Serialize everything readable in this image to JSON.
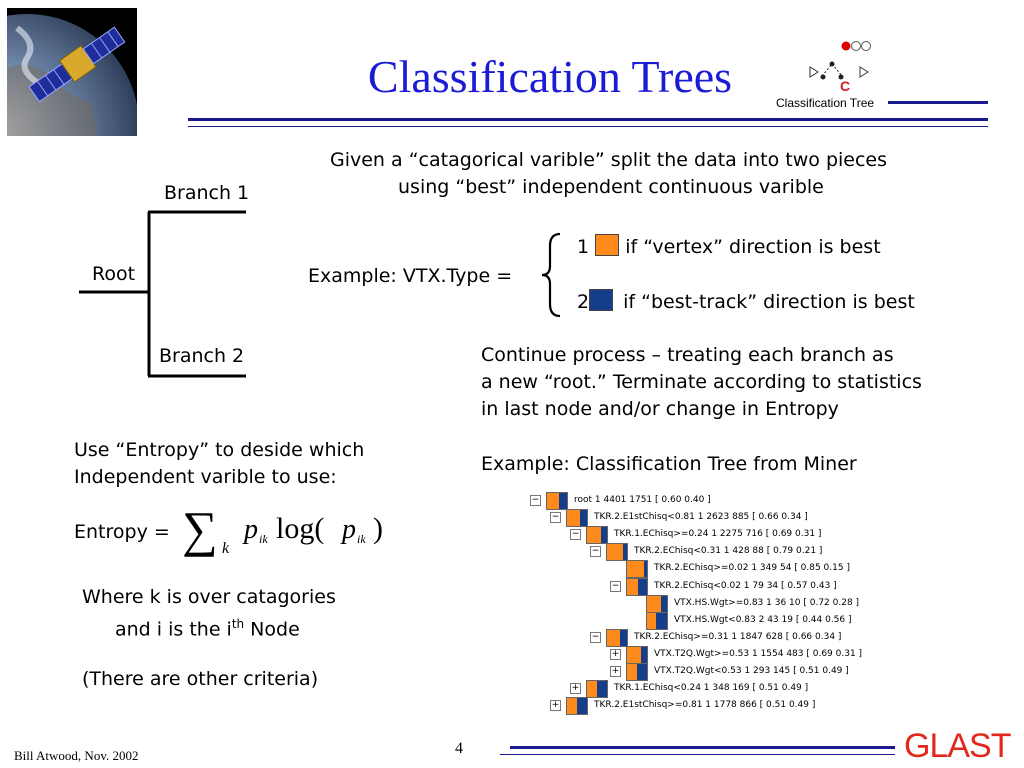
{
  "slide": {
    "title": "Classification Trees",
    "logo_caption": "Classification Tree",
    "logo_letter": "C",
    "diagram": {
      "branch1": "Branch 1",
      "branch2": "Branch 2",
      "root": "Root"
    },
    "intro_line1": "Given a “catagorical varible” split the data into two pieces",
    "intro_line2": "using “best” independent continuous varible",
    "example_label": "Example: VTX.Type =",
    "option1_num": "1",
    "option1_text": "if “vertex” direction is best",
    "option2_num": "2",
    "option2_text": "if “best-track” direction is best",
    "continue_line1": "Continue process – treating each branch as",
    "continue_line2": "a new “root.”  Terminate according to statistics",
    "continue_line3": "in last node and/or change in Entropy",
    "example_miner": "Example:  Classification Tree from Miner",
    "entropy_line1": "Use “Entropy” to deside which",
    "entropy_line2": "Independent varible to use:",
    "entropy_label": "Entropy =",
    "formula": {
      "sum": "∑",
      "sub_k": "k",
      "p": "p",
      "sub_ik": "ik",
      "log": "log(",
      "close": ")"
    },
    "where_line1": "Where k is over catagories",
    "where_line2_pre": "and i is the i",
    "where_line2_sup": "th",
    "where_line2_post": " Node",
    "other": "(There are other criteria)",
    "page_number": "4",
    "author": "Bill Atwood,  Nov. 2002",
    "brand": "GLAST"
  },
  "colors": {
    "title": "#1b1bd6",
    "orange": "#ff8a1c",
    "blue": "#163d8a",
    "brand": "#e2281c"
  },
  "tree_rows": [
    {
      "text": "root   1    4401   1751   [ 0.60  0.40  ]",
      "level": 0,
      "toggle": "−",
      "blue_frac": 0.4
    },
    {
      "text": "TKR.2.E1stChisq<0.81   1    2623   885    [ 0.66  0.34  ]",
      "level": 1,
      "toggle": "−",
      "blue_frac": 0.34
    },
    {
      "text": "TKR.1.EChisq>=0.24   1    2275   716   [ 0.69  0.31  ]",
      "level": 2,
      "toggle": "−",
      "blue_frac": 0.31
    },
    {
      "text": "TKR.2.EChisq<0.31   1    428   88   [ 0.79  0.21  ]",
      "level": 3,
      "toggle": "−",
      "blue_frac": 0.21
    },
    {
      "text": "TKR.2.EChisq>=0.02   1    349   54   [ 0.85  0.15  ]",
      "level": 4,
      "toggle": "",
      "blue_frac": 0.15
    },
    {
      "text": "TKR.2.EChisq<0.02   1    79   34   [ 0.57  0.43  ]",
      "level": 4,
      "toggle": "−",
      "blue_frac": 0.43
    },
    {
      "text": "VTX.HS.Wgt>=0.83   1    36   10   [ 0.72  0.28  ]",
      "level": 5,
      "toggle": "",
      "blue_frac": 0.28
    },
    {
      "text": "VTX.HS.Wgt<0.83   2    43   19   [ 0.44  0.56  ]",
      "level": 5,
      "toggle": "",
      "blue_frac": 0.56
    },
    {
      "text": "TKR.2.EChisq>=0.31   1    1847   628   [ 0.66  0.34  ]",
      "level": 3,
      "toggle": "−",
      "blue_frac": 0.34
    },
    {
      "text": "VTX.T2Q.Wgt>=0.53   1    1554   483   [ 0.69  0.31  ]",
      "level": 4,
      "toggle": "+",
      "blue_frac": 0.31
    },
    {
      "text": "VTX.T2Q.Wgt<0.53   1    293   145   [ 0.51  0.49  ]",
      "level": 4,
      "toggle": "+",
      "blue_frac": 0.49
    },
    {
      "text": "TKR.1.EChisq<0.24   1    348   169   [ 0.51  0.49  ]",
      "level": 2,
      "toggle": "+",
      "blue_frac": 0.49
    },
    {
      "text": "TKR.2.E1stChisq>=0.81   1    1778   866   [ 0.51  0.49  ]",
      "level": 1,
      "toggle": "+",
      "blue_frac": 0.49
    }
  ]
}
